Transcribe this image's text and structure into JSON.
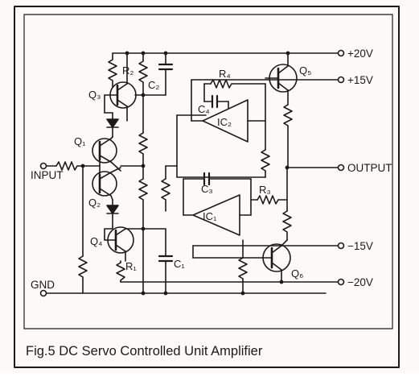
{
  "caption": "Fig.5 DC Servo Controlled Unit Amplifier",
  "terminals": {
    "plus20": "+20V",
    "plus15": "+15V",
    "output": "OUTPUT",
    "minus15": "−15V",
    "minus20": "−20V",
    "input": "INPUT",
    "gnd": "GND"
  },
  "components": {
    "r2": "R₂",
    "c2": "C₂",
    "r4": "R₄",
    "c4": "C₄",
    "ic2": "IC₂",
    "q5": "Q₅",
    "q3": "Q₃",
    "q1": "Q₁",
    "q2": "Q₂",
    "c3": "C₃",
    "r3": "R₃",
    "ic1": "IC₁",
    "q4": "Q₄",
    "r1": "R₁",
    "c1": "C₁",
    "q6": "Q₆"
  },
  "colors": {
    "ink": "#1a1a1a",
    "paper": "#fbfaf7"
  }
}
